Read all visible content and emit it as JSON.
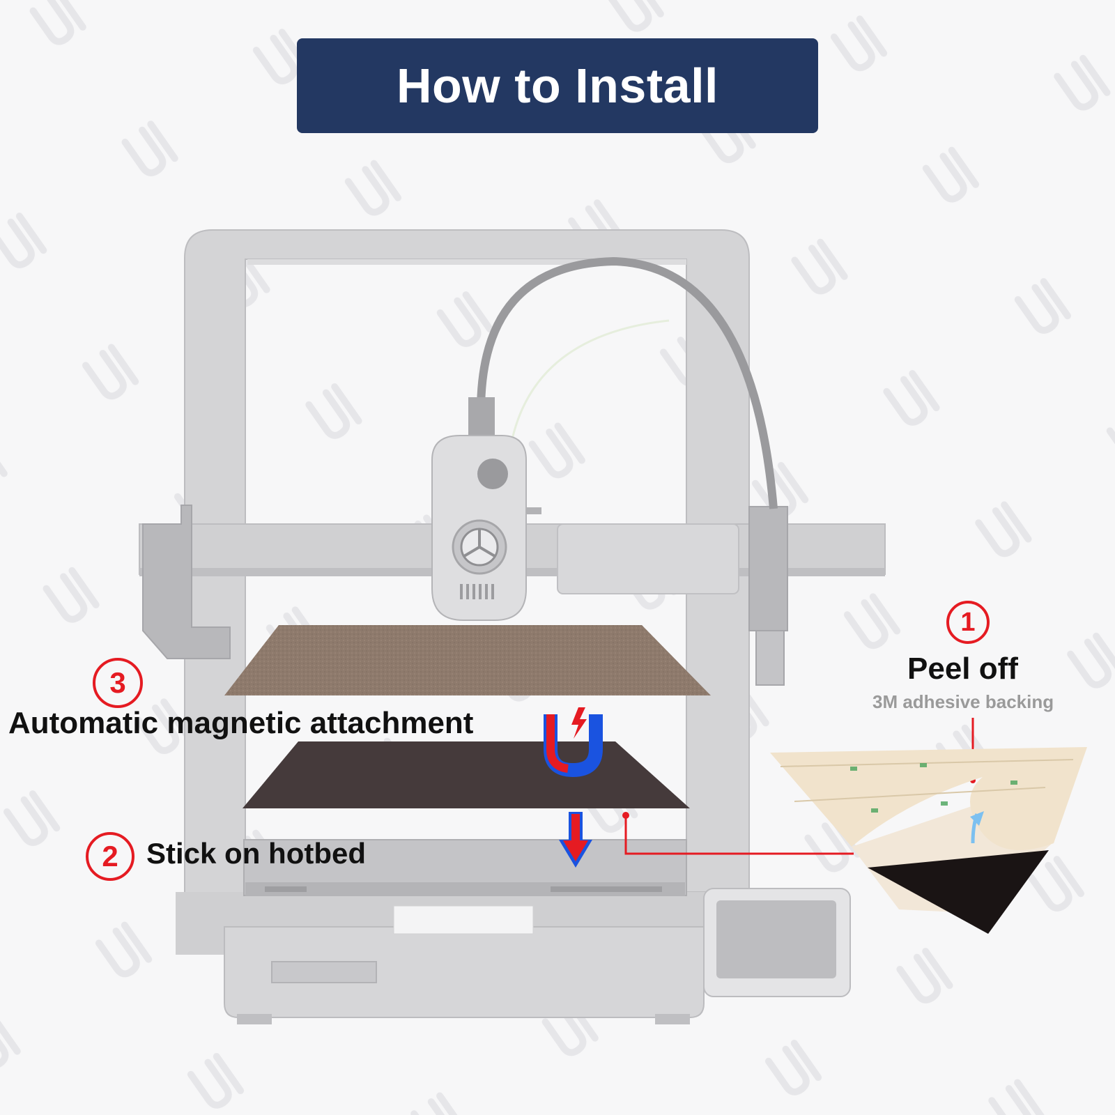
{
  "banner": {
    "title": "How to Install",
    "color": "#233862"
  },
  "steps": [
    {
      "number": "1",
      "title": "Peel off",
      "subtitle": "3M adhesive backing"
    },
    {
      "number": "2",
      "title": "Stick on hotbed"
    },
    {
      "number": "3",
      "title": "Automatic magnetic attachment"
    }
  ],
  "colors": {
    "accent_red": "#e51b22",
    "magnet_blue": "#1a53e0",
    "printer_gray": "#c9c9cb",
    "pei_sheet": "#8e7a6c",
    "magnetic_sheet": "#453a3b"
  },
  "icons": [
    "magnet-icon",
    "lightning-icon",
    "down-arrow-icon",
    "up-arrow-icon"
  ]
}
